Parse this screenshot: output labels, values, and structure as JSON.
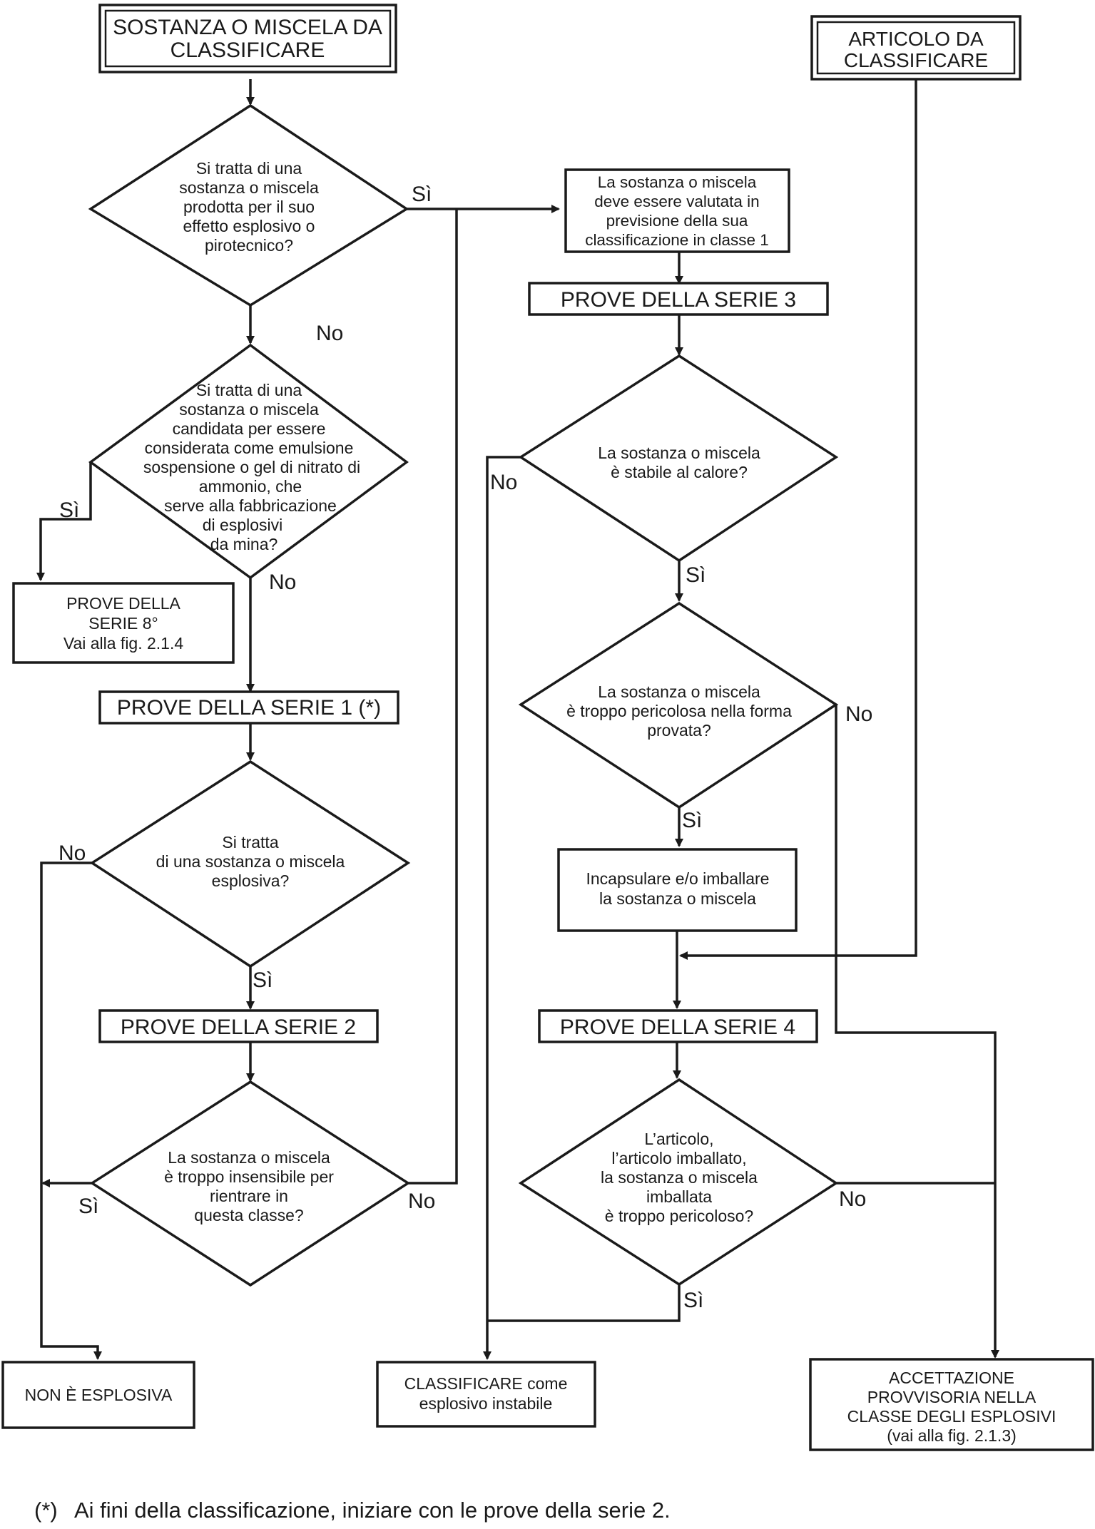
{
  "nodes": {
    "start_substance": [
      "SOSTANZA O MISCELA DA",
      "CLASSIFICARE"
    ],
    "start_article": [
      "ARTICOLO DA",
      "CLASSIFICARE"
    ],
    "q_explosive_purpose": [
      "Si tratta di una",
      "sostanza o miscela",
      "prodotta per il suo",
      "effetto esplosivo o",
      "pirotecnico?"
    ],
    "eval_class1": [
      "La sostanza o miscela",
      "deve essere valutata in",
      "previsione della sua",
      "classificazione in classe 1"
    ],
    "series3": "PROVE DELLA SERIE 3",
    "q_ammonium_nitrate": [
      "Si tratta di una",
      "sostanza o miscela",
      "candidata per essere",
      "considerata come emulsione",
      "sospensione o gel di nitrato di",
      "ammonio, che",
      "serve alla fabbricazione",
      "di esplosivi",
      "da mina?"
    ],
    "series8": [
      "PROVE DELLA",
      "SERIE 8°",
      "Vai alla fig. 2.1.4"
    ],
    "q_heat_stable": [
      "La sostanza o miscela",
      "è stabile al calore?"
    ],
    "series1": "PROVE DELLA SERIE 1 (*)",
    "q_too_dangerous_form": [
      "La sostanza o miscela",
      "è troppo pericolosa nella forma",
      "provata?"
    ],
    "q_is_explosive": [
      "Si tratta",
      "di una sostanza o miscela",
      "esplosiva?"
    ],
    "encapsulate": [
      "Incapsulare e/o imballare",
      "la sostanza o miscela"
    ],
    "series2": "PROVE DELLA SERIE 2",
    "series4": "PROVE DELLA SERIE 4",
    "q_too_insensitive": [
      "La sostanza o miscela",
      "è troppo insensibile per",
      "rientrare in",
      "questa classe?"
    ],
    "q_article_dangerous": [
      "L’articolo,",
      "l’articolo imballato,",
      "la sostanza o miscela",
      "imballata",
      "è troppo pericoloso?"
    ],
    "not_explosive": "NON È ESPLOSIVA",
    "unstable": [
      "CLASSIFICARE come",
      "esplosivo instabile"
    ],
    "provisional": [
      "ACCETTAZIONE",
      "PROVVISORIA NELLA",
      "CLASSE DEGLI ESPLOSIVI",
      "(vai alla fig. 2.1.3)"
    ]
  },
  "labels": {
    "yes": "Sì",
    "no": "No"
  },
  "footnote": {
    "mark": "(*)",
    "text": "Ai fini della classificazione, iniziare con le prove della serie 2."
  }
}
